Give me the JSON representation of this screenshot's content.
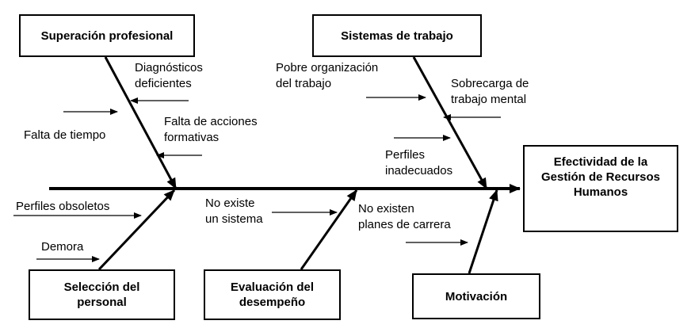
{
  "effect": "Efectividad de la\nGestión de Recursos\nHumanos",
  "categories": {
    "superacion": "Superación profesional",
    "sistemas": "Sistemas de trabajo",
    "seleccion": "Selección del\npersonal",
    "evaluacion": "Evaluación del\ndesempeño",
    "motivacion": "Motivación"
  },
  "causes": {
    "diagnosticos": "Diagnósticos\ndeficientes",
    "falta_tiempo": "Falta de tiempo",
    "falta_acciones": "Falta de acciones\nformativas",
    "pobre_organizacion": "Pobre organización\ndel trabajo",
    "sobrecarga": "Sobrecarga de\ntrabajo mental",
    "perfiles_inadecuados": "Perfiles\ninadecuados",
    "perfiles_obsoletos": "Perfiles obsoletos",
    "demora": "Demora",
    "no_sistema": "No existe\nun sistema",
    "no_planes": "No existen\nplanes de carrera"
  }
}
